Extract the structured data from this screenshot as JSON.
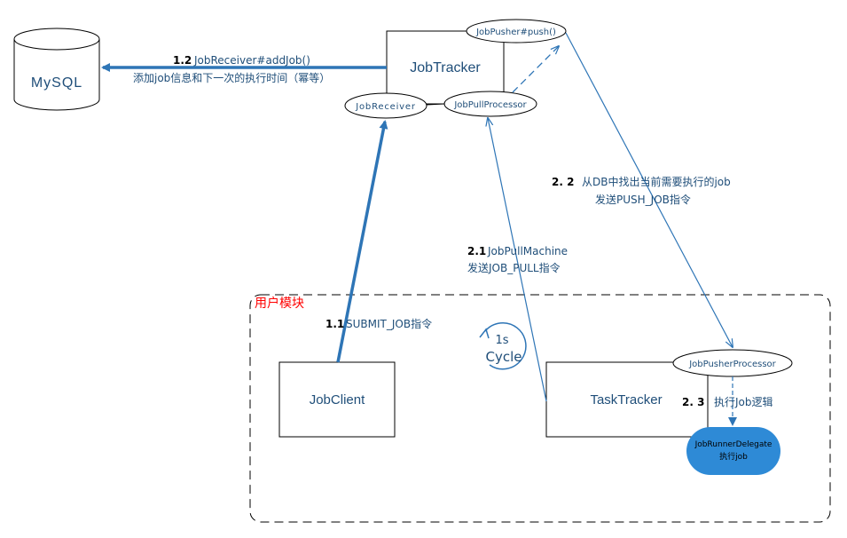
{
  "nodes": {
    "mysql": "MySQL",
    "job_tracker": "JobTracker",
    "job_pusher": "JobPusher#push()",
    "job_receiver": "JobReceiver",
    "job_pull_processor": "JobPullProcessor",
    "job_client": "JobClient",
    "task_tracker": "TaskTracker",
    "job_pusher_processor": "JobPusherProcessor",
    "runner_delegate_line1": "JobRunnerDelegate",
    "runner_delegate_line2": "执行job"
  },
  "user_module_label": "用户模块",
  "cycle": {
    "line1": "1s",
    "line2": "Cycle"
  },
  "steps": {
    "s12": {
      "num": "1.2",
      "text": "JobReceiver#addJob()",
      "sub": "添加job信息和下一次的执行时间（幂等）"
    },
    "s11": {
      "num": "1.1",
      "text": "SUBMIT_JOB指令"
    },
    "s21": {
      "num": "2.1",
      "text": "JobPullMachine",
      "sub": "发送JOB_PULL指令"
    },
    "s22": {
      "num": "2. 2",
      "text": "从DB中找出当前需要执行的job",
      "sub": "发送PUSH_JOB指令"
    },
    "s23": {
      "num": "2. 3",
      "text": "执行Job逻辑"
    }
  },
  "colors": {
    "arrow_dark": "#2e75b6",
    "text": "#1f4e79",
    "delegate_fill": "#2e8ad6",
    "user_module_label": "#ff0000"
  }
}
